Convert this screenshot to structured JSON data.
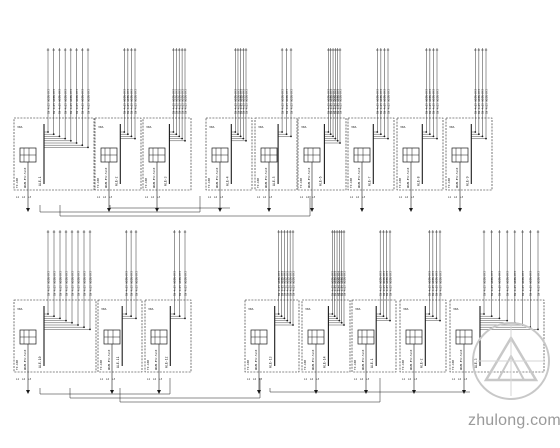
{
  "drawing": {
    "panel_labels": [
      "ALE-1",
      "ALE-2",
      "ALE-3",
      "ALE-4",
      "ALE-5",
      "ALE-6",
      "ALE-7",
      "ALE-8",
      "ALE-9",
      "ALE-10",
      "ALE-11",
      "ALE-12",
      "ALE-13",
      "ALE-14"
    ],
    "feeder_label": "1N 4x25 WDZN-BYJ",
    "breaker_label": "TZ-100",
    "cable_label": "WDZN-BYJ-5x10",
    "rating_label": "30A",
    "phase_labels": [
      "L1",
      "L2",
      "L3"
    ]
  },
  "watermark": {
    "text": "zhulong.com",
    "color": "#9a9a9a"
  },
  "colors": {
    "line": "#1a1a1a",
    "background": "#ffffff"
  }
}
